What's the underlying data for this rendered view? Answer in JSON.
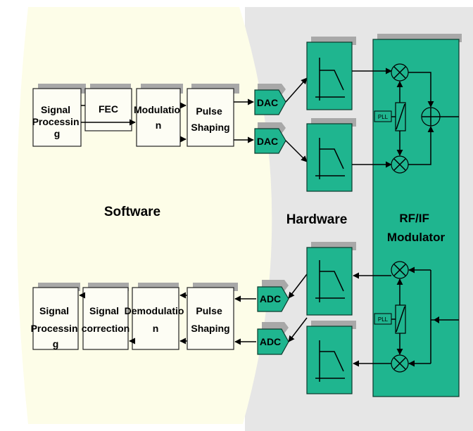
{
  "tx_chain": {
    "signal_processing": [
      "Signal",
      "Processin",
      "g"
    ],
    "fec": [
      "FEC"
    ],
    "modulation": [
      "Modulatio",
      "n"
    ],
    "pulse_shaping": [
      "Pulse",
      "Shaping"
    ]
  },
  "rx_chain": {
    "signal_processing": [
      "Signal",
      "Processin",
      "g"
    ],
    "signal_correction": [
      "Signal",
      "correction"
    ],
    "demodulation": [
      "Demodulatio",
      "n"
    ],
    "pulse_shaping": [
      "Pulse",
      "Shaping"
    ]
  },
  "converters": {
    "dac_top": "DAC",
    "dac_bottom": "DAC",
    "adc_top": "ADC",
    "adc_bottom": "ADC"
  },
  "modulator": {
    "title": [
      "RF/IF",
      "Modulator"
    ],
    "pll_top": "PLL",
    "pll_bottom": "PLL"
  },
  "regions": {
    "software": "Software",
    "hardware": "Hardware"
  },
  "colors": {
    "software_bg": "#fdfde8",
    "hardware_bg": "#e6e6e6",
    "hardware_block": "#1fb58f",
    "shadow": "#a8a8a8"
  }
}
